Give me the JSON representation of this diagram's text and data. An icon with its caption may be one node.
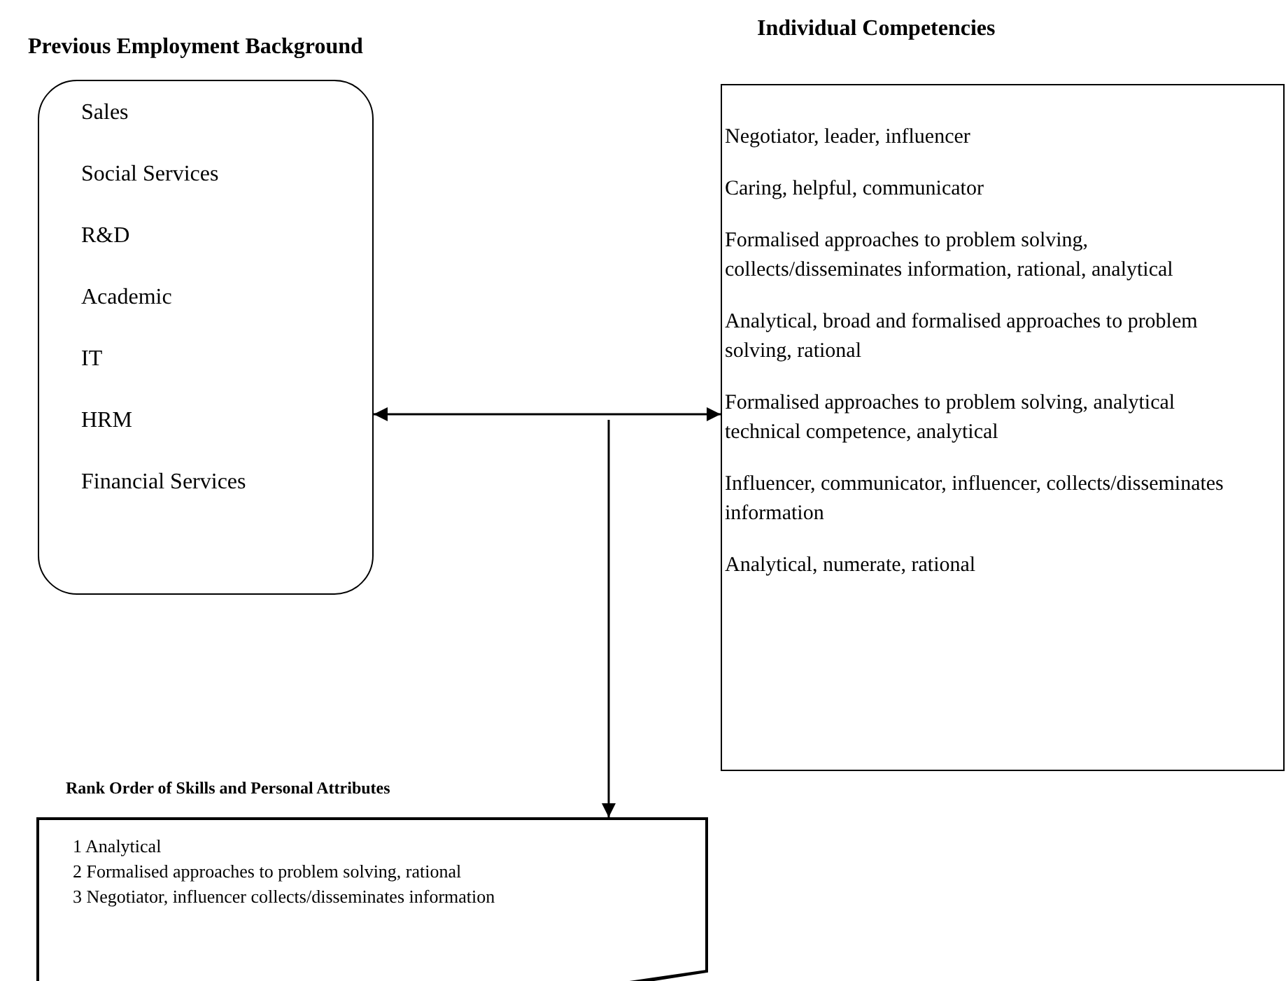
{
  "diagram": {
    "nodes": [
      {
        "text": [
          "Previous Employment Background",
          "Sales",
          "Social Services",
          "R&D",
          "Academic",
          "IT",
          "HRM",
          "Financial Services"
        ]
      },
      {
        "text": [
          "Individual Competencies",
          "Negotiator, leader, influencer",
          "Caring, helpful, communicator",
          "Formalised approaches to problem solving, collects/disseminates information, rational, analytical",
          "Analytical, broad and formalised  approaches to problem solving, rational",
          "Formalised  approaches to problem solving, analytical technical competence, analytical",
          "Influencer, communicator, influencer, collects/disseminates information",
          "Analytical, numerate, rational"
        ]
      },
      {
        "text": [
          "Rank Order of Skills and Personal Attributes",
          "1 Analytical",
          "2 Formalised approaches to problem solving, rational",
          "3 Negotiator, influencer collects/disseminates information"
        ]
      }
    ],
    "edges": [
      {
        "from": 0,
        "to": 1,
        "arrow": "both"
      },
      {
        "from": null,
        "to": 2,
        "arrow": "to"
      }
    ]
  }
}
